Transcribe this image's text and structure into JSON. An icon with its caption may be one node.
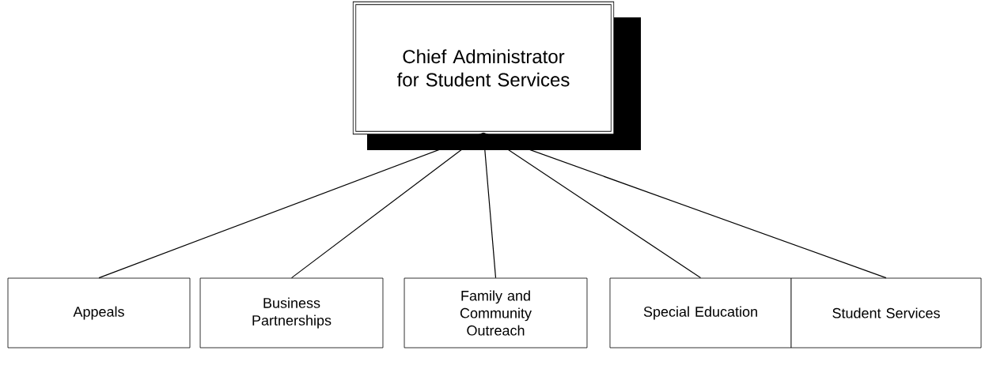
{
  "diagram": {
    "nodes": [
      {
        "text": [
          "Chief Administrator for Student Services"
        ]
      },
      {
        "text": [
          "Appeals"
        ]
      },
      {
        "text": [
          "Business Partnerships"
        ]
      },
      {
        "text": [
          "Family and Community Outreach"
        ]
      },
      {
        "text": [
          "Special Education"
        ]
      },
      {
        "text": [
          "Student Services"
        ]
      }
    ],
    "edges": [
      {
        "from": 0,
        "to": 1,
        "arrow": "none"
      },
      {
        "from": 0,
        "to": 2,
        "arrow": "none"
      },
      {
        "from": 0,
        "to": 3,
        "arrow": "none"
      },
      {
        "from": 0,
        "to": 4,
        "arrow": "none"
      },
      {
        "from": 0,
        "to": 5,
        "arrow": "none"
      }
    ]
  }
}
